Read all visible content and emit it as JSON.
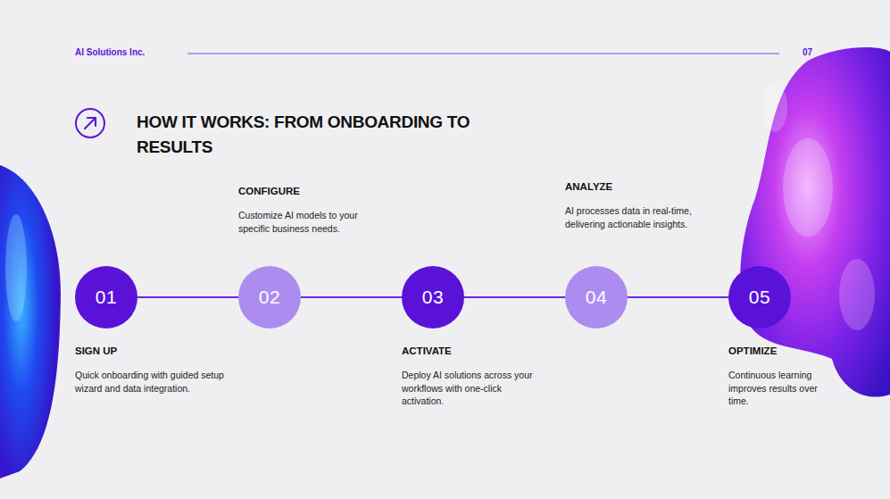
{
  "diagram": {
    "title": "HOW IT WORKS: FROM ONBOARDING TO RESULTS",
    "nodes": [
      {
        "text": [
          "01",
          "SIGN UP",
          "Quick onboarding with guided setup wizard and data integration."
        ]
      },
      {
        "text": [
          "02",
          "CONFIGURE",
          "Customize AI models to your specific business needs."
        ]
      },
      {
        "text": [
          "03",
          "ACTIVATE",
          "Deploy AI solutions across your workflows with one-click activation."
        ]
      },
      {
        "text": [
          "04",
          "ANALYZE",
          "AI processes data in real-time, delivering actionable insights."
        ]
      },
      {
        "text": [
          "05",
          "OPTIMIZE",
          "Continuous learning improves results over time."
        ]
      }
    ],
    "edges": [
      {
        "from": 0,
        "to": 1,
        "arrow": "none"
      },
      {
        "from": 1,
        "to": 2,
        "arrow": "none"
      },
      {
        "from": 2,
        "to": 3,
        "arrow": "none"
      },
      {
        "from": 3,
        "to": 4,
        "arrow": "none"
      }
    ],
    "labels": [
      "AI Solutions Inc.",
      "07"
    ]
  }
}
